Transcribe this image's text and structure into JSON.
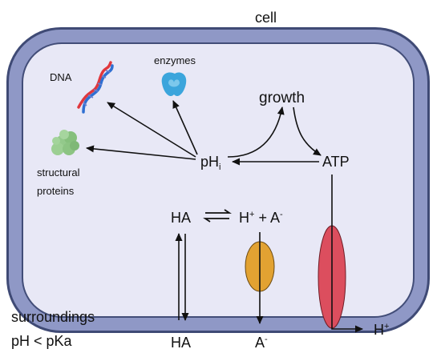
{
  "labels": {
    "cell": "cell",
    "dna": "DNA",
    "enzymes": "enzymes",
    "structural_line1": "structural",
    "structural_line2": "proteins",
    "growth": "growth",
    "phi_main": "pH",
    "phi_sub": "i",
    "atp": "ATP",
    "ha_inside": "HA",
    "h_plus_a_minus_H": "H",
    "h_plus_a_minus_plus": "+",
    "h_plus_a_minus_mid": " + A",
    "h_plus_a_minus_minus": "-",
    "surroundings_line1": "surroundings",
    "surroundings_line2": "pH < pKa",
    "ha_outside": "HA",
    "a_outside_main": "A",
    "a_outside_sup": "-",
    "h_outside_main": "H",
    "h_outside_sup": "+"
  },
  "colors": {
    "membrane_outer": "#3f4a75",
    "membrane": "#8f98c6",
    "membrane_inner_line": "#424d78",
    "cytoplasm": "#e8e8f6",
    "arrow": "#111111",
    "transporter_a": "#e2a232",
    "transporter_h": "#dc4e5e",
    "enzyme": "#3ba5dc",
    "protein": "#93c98b",
    "dna_red": "#e0373d",
    "dna_blue": "#2f6fd2"
  },
  "icons": {
    "dna": "dna-helix-icon",
    "enzyme": "enzyme-icon",
    "protein": "protein-icon"
  }
}
